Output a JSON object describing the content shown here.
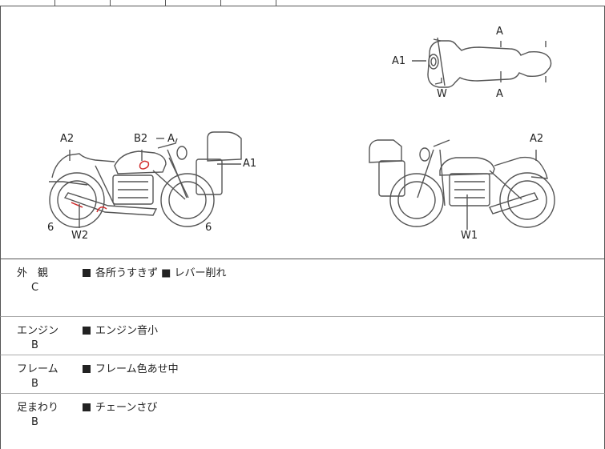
{
  "diagram": {
    "top_view": {
      "labels": [
        "A",
        "A1",
        "W",
        "A"
      ]
    },
    "left_view": {
      "labels": [
        "A2",
        "B2",
        "A",
        "A1",
        "6",
        "W2",
        "6"
      ]
    },
    "right_view": {
      "labels": [
        "A2",
        "W1"
      ]
    }
  },
  "conditions": [
    {
      "label": "外　観",
      "grade": "C",
      "note": "各所うすきず ■ レバー削れ"
    },
    {
      "label": "エンジン",
      "grade": "B",
      "note": "エンジン音小"
    },
    {
      "label": "フレーム",
      "grade": "B",
      "note": "フレーム色あせ中"
    },
    {
      "label": "足まわり",
      "grade": "B",
      "note": "チェーンさび"
    }
  ],
  "colors": {
    "damage_mark": "#d23030",
    "line": "#555555"
  }
}
